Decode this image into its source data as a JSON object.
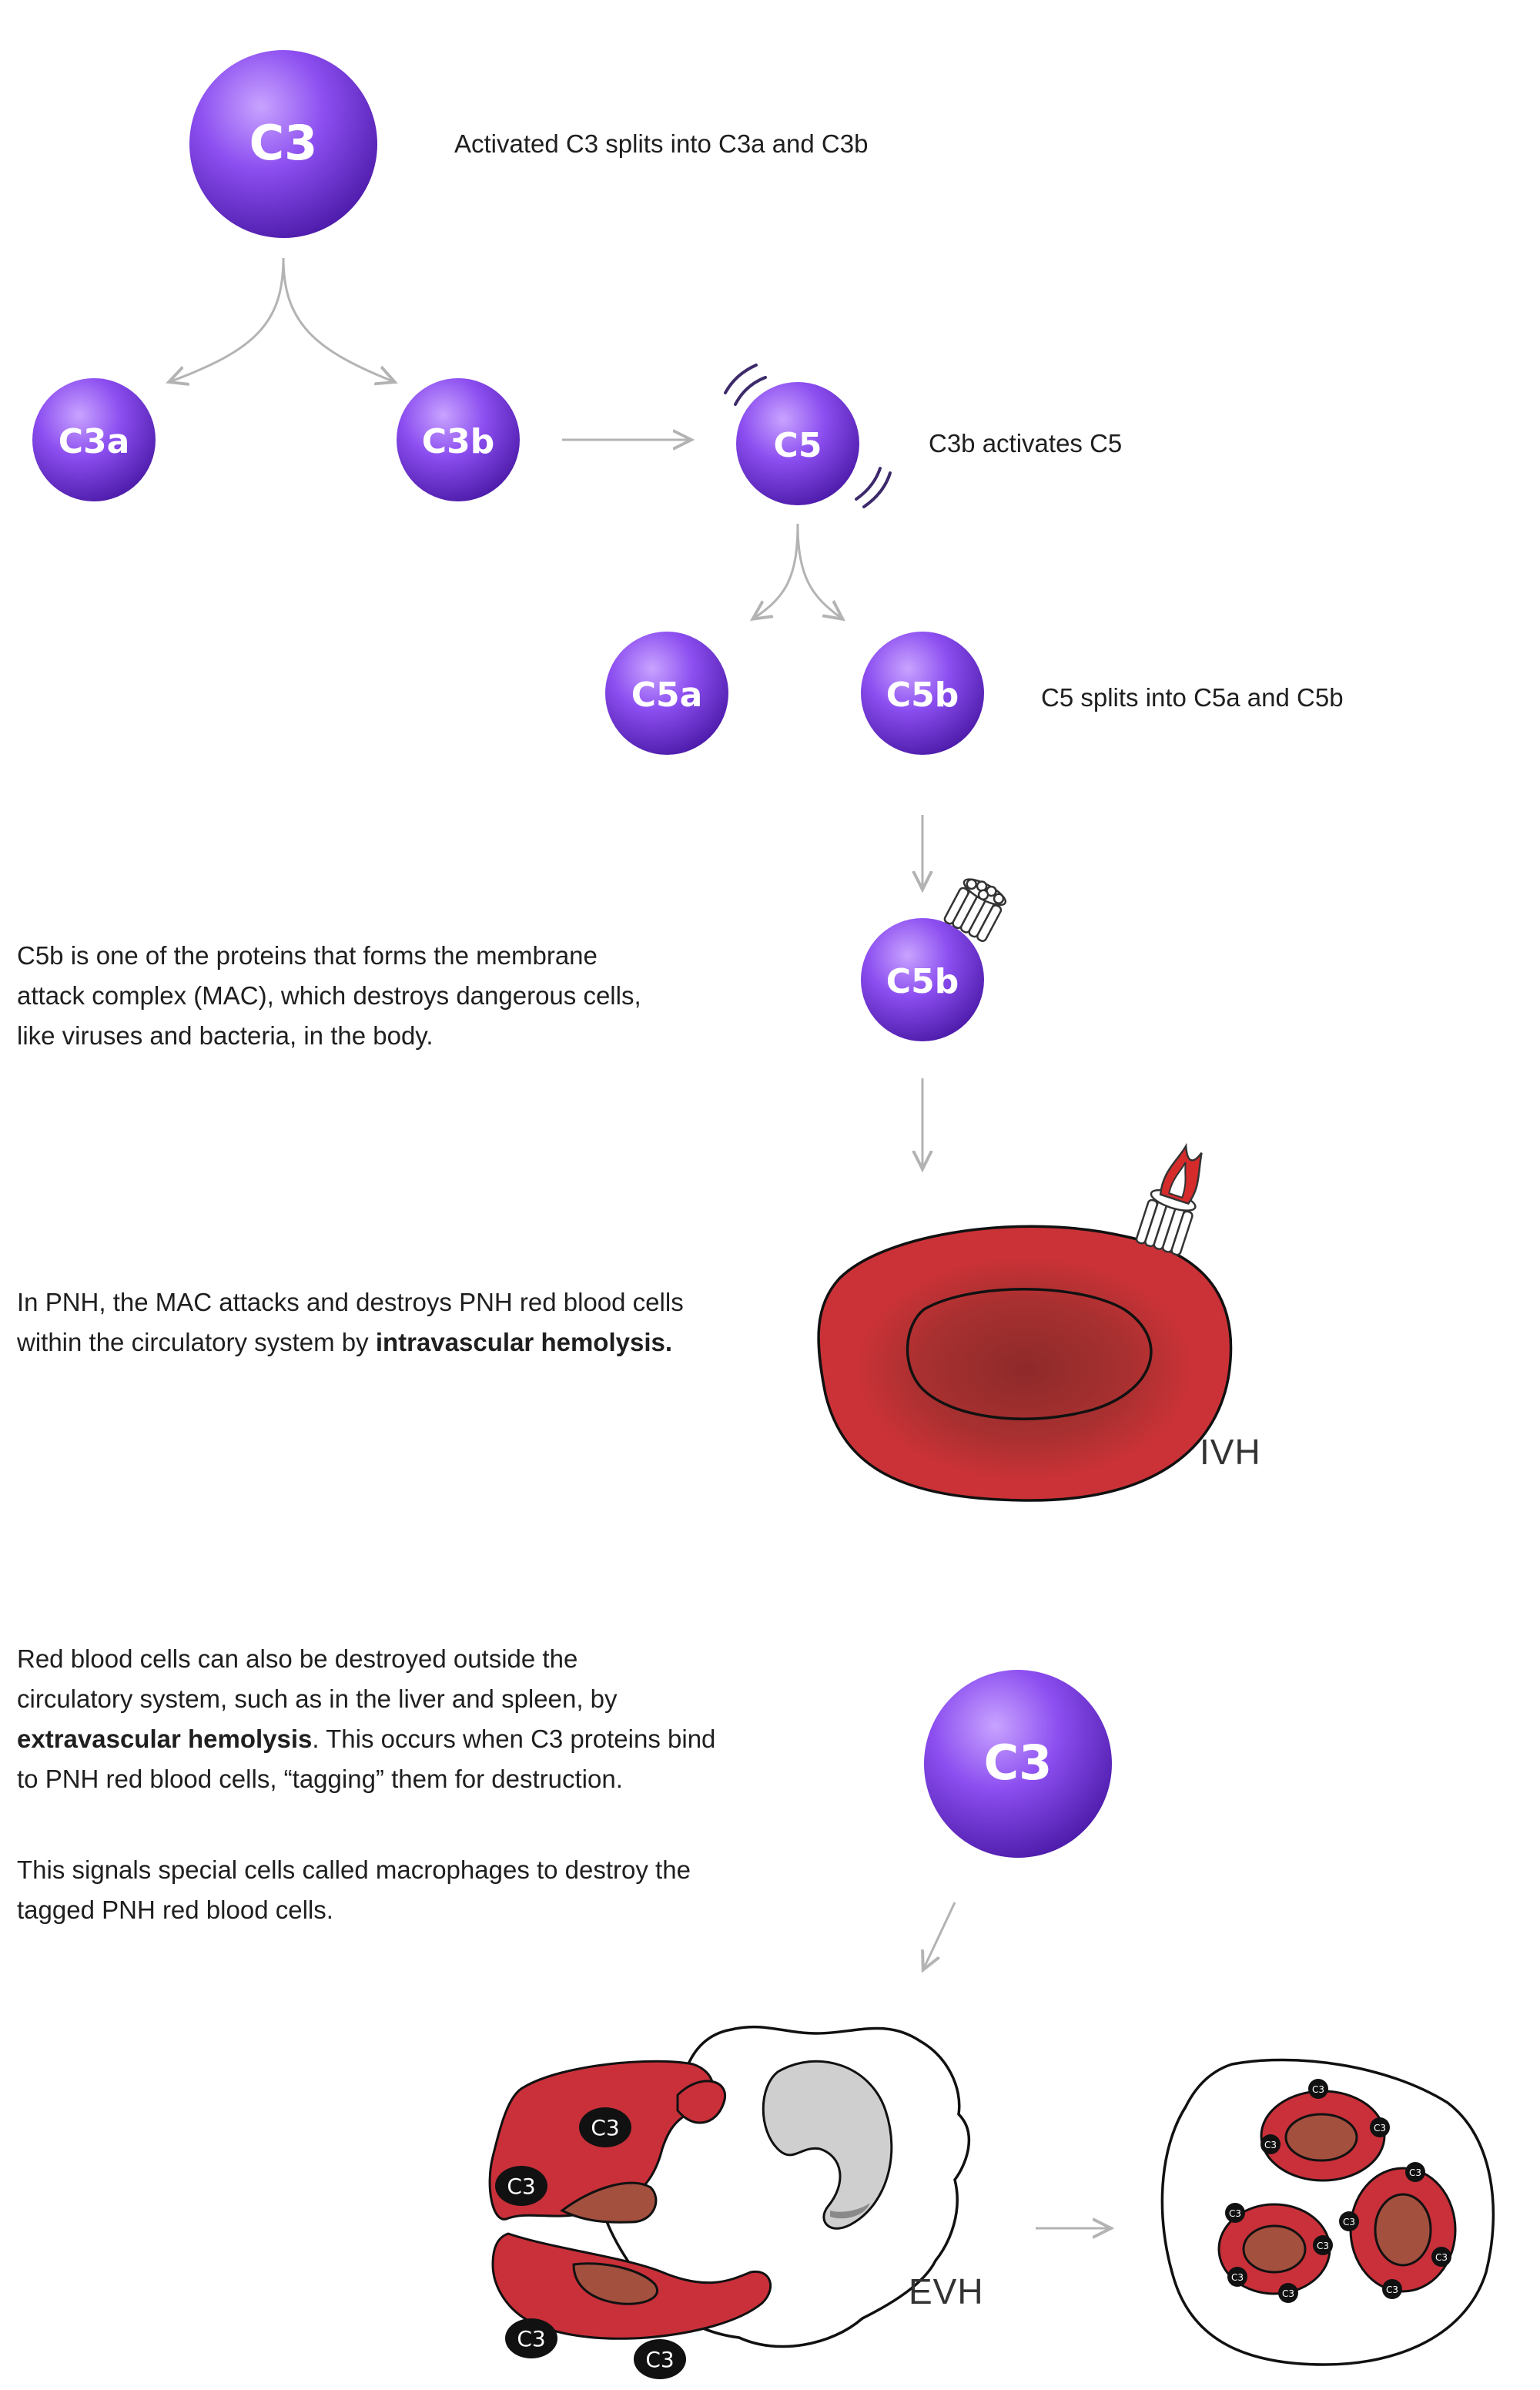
{
  "molecules": {
    "c3_top": "C3",
    "c3a": "C3a",
    "c3b": "C3b",
    "c5": "C5",
    "c5a": "C5a",
    "c5b": "C5b",
    "c5b_mac": "C5b",
    "c3_bottom": "C3"
  },
  "captions": {
    "c3_split": "Activated C3 splits into C3a and C3b",
    "c3b_activates": "C3b activates C5",
    "c5_split": "C5 splits into C5a and C5b",
    "mac_line1": "C5b is one of the proteins that forms the membrane",
    "mac_line2": "attack complex (MAC), which destroys dangerous cells,",
    "mac_line3": "like viruses and bacteria, in the body.",
    "ivh_line1": "In PNH, the MAC attacks and destroys PNH red blood cells",
    "ivh_line2_pre": "within the circulatory system by ",
    "ivh_line2_bold": "intravascular hemolysis.",
    "evh_line1": "Red blood cells can also be destroyed outside the",
    "evh_line2": "circulatory system, such as in the liver and spleen, by",
    "evh_line3_bold": "extravascular hemolysis",
    "evh_line3_post": ". This occurs when C3 proteins bind",
    "evh_line4": "to PNH red blood cells, “tagging” them for destruction.",
    "macro_line1": "This signals special cells called macrophages to destroy the",
    "macro_line2": "tagged PNH red blood cells."
  },
  "labels": {
    "ivh": "IVH",
    "evh": "EVH",
    "tag": "C3"
  },
  "colors": {
    "molecule_purple": "#7b3fe0",
    "rbc_red": "#c9303a",
    "rbc_dark": "#9c2a2a",
    "nucleus_gray": "#cfcfcf",
    "arrow_gray": "#b3b3b3"
  }
}
